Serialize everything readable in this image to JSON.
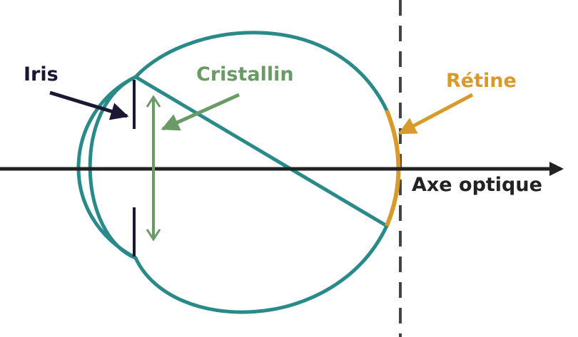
{
  "labels": {
    "iris": "Iris",
    "cristallin": "Cristallin",
    "retine": "Rétine",
    "axe": "Axe optique"
  },
  "colors": {
    "eyeball": "#2a8a89",
    "retina": "#d89a2a",
    "lens": "#6a9a66",
    "iris": "#1c1834",
    "axis": "#222222",
    "dashed": "#444444"
  }
}
